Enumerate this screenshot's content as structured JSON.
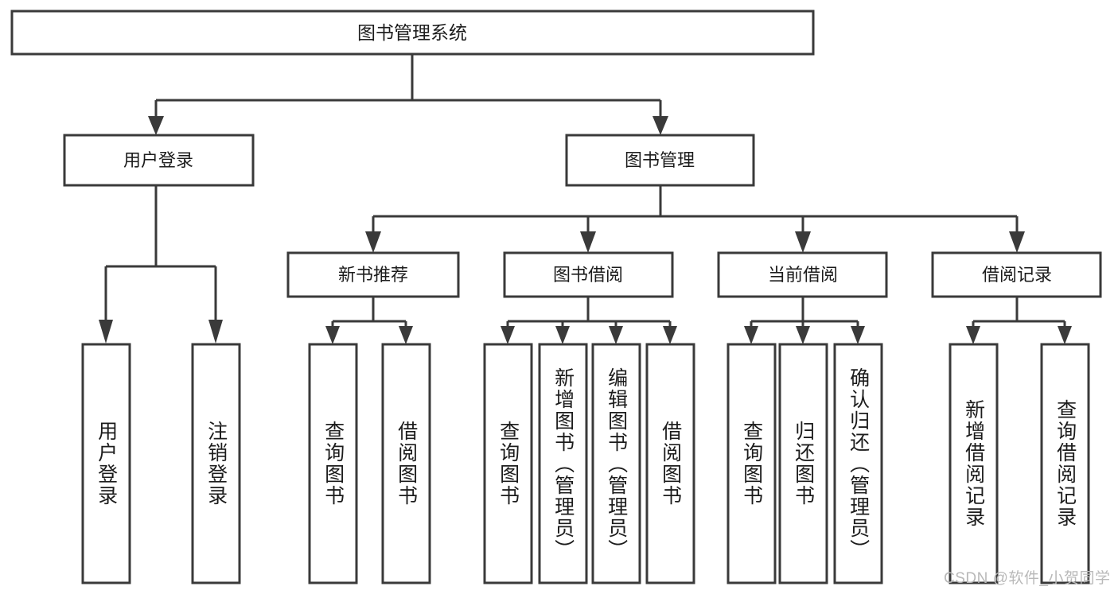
{
  "diagram": {
    "type": "tree-hierarchy",
    "title": "图书管理系统",
    "root": {
      "label": "图书管理系统"
    },
    "level1": [
      {
        "id": "user-login",
        "label": "用户登录"
      },
      {
        "id": "book-management",
        "label": "图书管理"
      }
    ],
    "level2": [
      {
        "id": "new-book-recommend",
        "label": "新书推荐",
        "parent": "book-management"
      },
      {
        "id": "book-borrow",
        "label": "图书借阅",
        "parent": "book-management"
      },
      {
        "id": "current-borrow",
        "label": "当前借阅",
        "parent": "book-management"
      },
      {
        "id": "borrow-record",
        "label": "借阅记录",
        "parent": "book-management"
      }
    ],
    "leaves": {
      "user_login": [
        {
          "id": "leaf-user-login",
          "label": "用户登录"
        },
        {
          "id": "leaf-user-logout",
          "label": "注销登录"
        }
      ],
      "new_book_recommend": [
        {
          "id": "leaf-query-book-1",
          "label": "查询图书"
        },
        {
          "id": "leaf-borrow-book-1",
          "label": "借阅图书"
        }
      ],
      "book_borrow": [
        {
          "id": "leaf-query-book-2",
          "label": "查询图书"
        },
        {
          "id": "leaf-add-book",
          "label": "新增图书（管理员）"
        },
        {
          "id": "leaf-edit-book",
          "label": "编辑图书（管理员）"
        },
        {
          "id": "leaf-borrow-book-2",
          "label": "借阅图书"
        }
      ],
      "current_borrow": [
        {
          "id": "leaf-query-book-3",
          "label": "查询图书"
        },
        {
          "id": "leaf-return-book",
          "label": "归还图书"
        },
        {
          "id": "leaf-confirm-return",
          "label": "确认归还（管理员）"
        }
      ],
      "borrow_record": [
        {
          "id": "leaf-add-record",
          "label": "新增借阅记录"
        },
        {
          "id": "leaf-query-record",
          "label": "查询借阅记录"
        }
      ]
    }
  },
  "watermark": {
    "text": "CSDN @软件_小贺同学"
  },
  "colors": {
    "stroke": "#3a3a3a",
    "fill": "#ffffff",
    "text": "#1c1c1c",
    "watermark": "#b9b9b9",
    "background": "#ffffff"
  }
}
